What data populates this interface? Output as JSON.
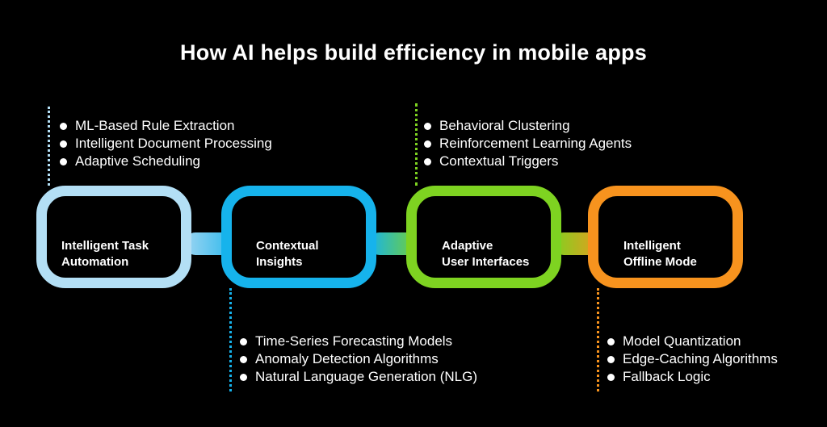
{
  "title": "How AI helps build efficiency in mobile apps",
  "colors": {
    "background": "#000000",
    "stage1": "#b3dff5",
    "stage2": "#16b3ec",
    "stage3": "#7ed321",
    "stage4": "#f7931e"
  },
  "stages": [
    {
      "label_lines": [
        "Intelligent Task",
        "Automation"
      ],
      "bullets": [
        "ML-Based Rule Extraction",
        "Intelligent Document Processing",
        "Adaptive Scheduling"
      ]
    },
    {
      "label_lines": [
        "Contextual",
        "Insights"
      ],
      "bullets": [
        "Time-Series Forecasting Models",
        "Anomaly Detection Algorithms",
        "Natural Language Generation (NLG)"
      ]
    },
    {
      "label_lines": [
        "Adaptive",
        "User Interfaces"
      ],
      "bullets": [
        "Behavioral Clustering",
        "Reinforcement Learning Agents",
        "Contextual Triggers"
      ]
    },
    {
      "label_lines": [
        "Intelligent",
        "Offline Mode"
      ],
      "bullets": [
        "Model Quantization",
        "Edge-Caching Algorithms",
        "Fallback Logic"
      ]
    }
  ]
}
